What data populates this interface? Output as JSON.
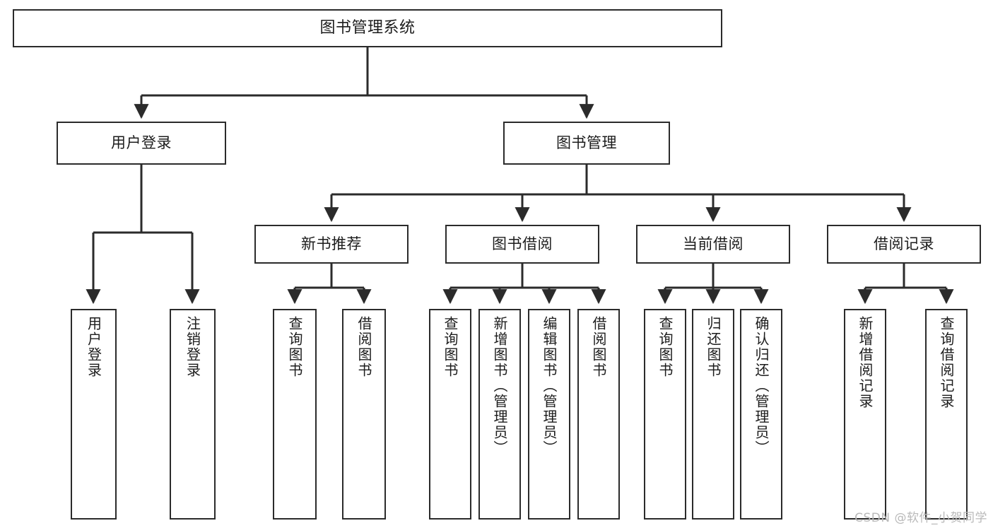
{
  "diagram": {
    "title": "图书管理系统",
    "type": "tree",
    "watermark": "CSDN @软件_小贺同学",
    "colors": {
      "stroke": "#2b2b2b",
      "fill": "#ffffff",
      "text": "#1c1c1c",
      "watermark": "#b9b9b9"
    },
    "root": {
      "label": "图书管理系统"
    },
    "level2": [
      {
        "label": "用户登录"
      },
      {
        "label": "图书管理"
      }
    ],
    "level3": [
      {
        "label": "新书推荐"
      },
      {
        "label": "图书借阅"
      },
      {
        "label": "当前借阅"
      },
      {
        "label": "借阅记录"
      }
    ],
    "leaves": {
      "user_login": [
        {
          "label": "用户登录"
        },
        {
          "label": "注销登录"
        }
      ],
      "new_book_recommend": [
        {
          "label": "查询图书"
        },
        {
          "label": "借阅图书"
        }
      ],
      "book_borrow": [
        {
          "label": "查询图书"
        },
        {
          "label": "新增图书（管理员）"
        },
        {
          "label": "编辑图书（管理员）"
        },
        {
          "label": "借阅图书"
        }
      ],
      "current_borrow": [
        {
          "label": "查询图书"
        },
        {
          "label": "归还图书"
        },
        {
          "label": "确认归还（管理员）"
        }
      ],
      "borrow_record": [
        {
          "label": "新增借阅记录"
        },
        {
          "label": "查询借阅记录"
        }
      ]
    }
  }
}
